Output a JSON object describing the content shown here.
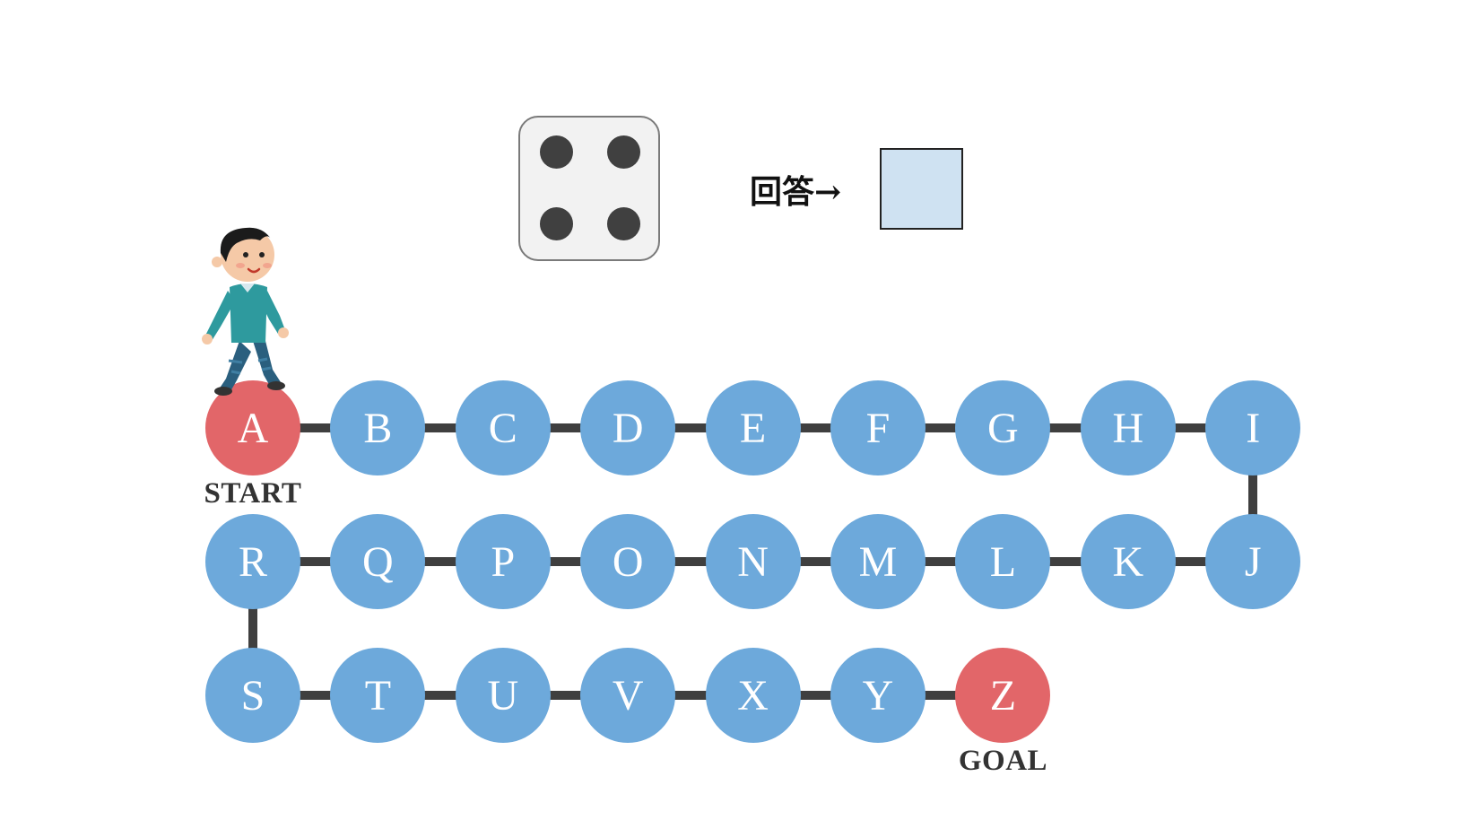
{
  "die": {
    "face_value": 4
  },
  "answer": {
    "label": "回答→",
    "value": ""
  },
  "board": {
    "rows": [
      [
        "A",
        "B",
        "C",
        "D",
        "E",
        "F",
        "G",
        "H",
        "I"
      ],
      [
        "R",
        "Q",
        "P",
        "O",
        "N",
        "M",
        "L",
        "K",
        "J"
      ],
      [
        "S",
        "T",
        "U",
        "V",
        "X",
        "Y",
        "Z"
      ]
    ],
    "start": {
      "node": "A",
      "label": "START"
    },
    "goal": {
      "node": "Z",
      "label": "GOAL"
    },
    "player_position": "A"
  },
  "colors": {
    "node": "#6da9db",
    "special_node": "#e26669",
    "connector": "#3f3f3f",
    "answer_box": "#cfe2f2",
    "die_face": "#f2f2f2",
    "pip": "#404040"
  },
  "icons": {
    "player": "walking-boy-icon"
  }
}
